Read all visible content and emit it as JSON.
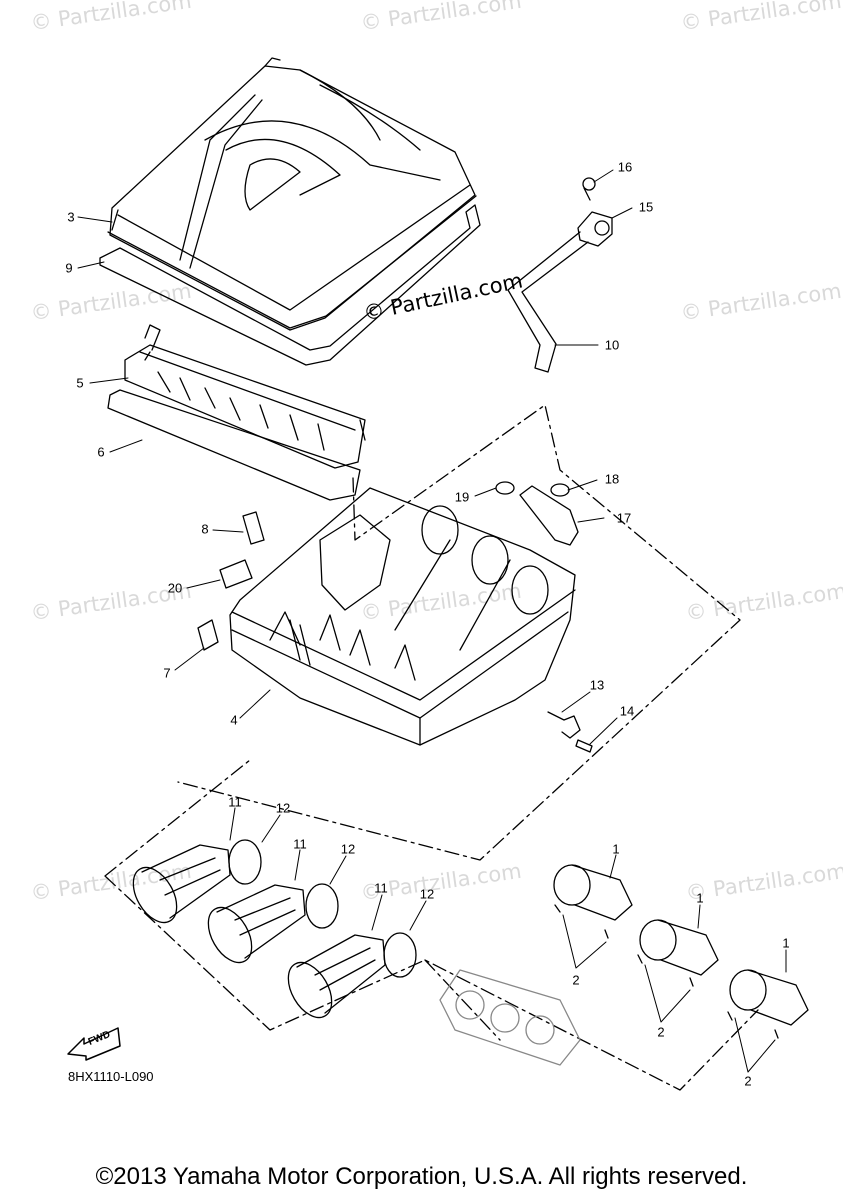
{
  "watermark": "© Partzilla.com",
  "center_stamp": "© Partzilla.com",
  "diagram_code": "8HX1110-L090",
  "fwd_label": "FWD",
  "copyright": "©2013 Yamaha Motor Corporation, U.S.A. All rights reserved.",
  "callouts": [
    "3",
    "9",
    "16",
    "15",
    "10",
    "5",
    "6",
    "18",
    "19",
    "17",
    "8",
    "20",
    "7",
    "13",
    "14",
    "4",
    "11",
    "12",
    "11",
    "12",
    "11",
    "12",
    "1",
    "2",
    "1",
    "2",
    "1",
    "2"
  ],
  "colors": {
    "line": "#000000",
    "watermark": "#d9d9d9"
  }
}
